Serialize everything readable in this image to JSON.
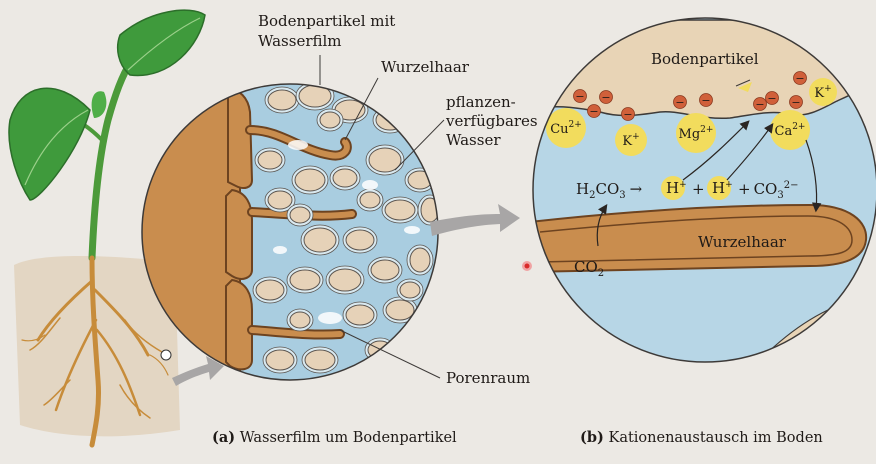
{
  "panel_a": {
    "label_bodenpartikel_line1": "Bodenpartikel mit",
    "label_bodenpartikel_line2": "Wasserfilm",
    "label_wurzelhaar": "Wurzelhaar",
    "label_wasser_line1": "pflanzen-",
    "label_wasser_line2": "verfügbares",
    "label_wasser_line3": "Wasser",
    "label_porenraum": "Porenraum",
    "caption_prefix": "(a)",
    "caption_text": " Wasserfilm um Bodenpartikel"
  },
  "panel_b": {
    "label_bodenpartikel": "Bodenpartikel",
    "label_wurzelhaar": "Wurzelhaar",
    "caption_prefix": "(b)",
    "caption_text": " Kationenaustausch im Boden",
    "equation": {
      "h2co3": "H",
      "h2co3_sub1": "2",
      "h2co3_mid": "CO",
      "h2co3_sub2": "3",
      "arrow": "→",
      "hplus1": "H",
      "plus_sign": "+",
      "hplus2": "H",
      "co3": "CO",
      "co3_sub": "3",
      "co3_sup": "2−"
    },
    "co2_main": "CO",
    "co2_sub": "2",
    "ions": [
      {
        "base": "Cu",
        "charge": "2+"
      },
      {
        "base": "K",
        "charge": "+"
      },
      {
        "base": "Mg",
        "charge": "2+"
      },
      {
        "base": "Ca",
        "charge": "2+"
      },
      {
        "base": "K",
        "charge": "+"
      }
    ],
    "negative_sign": "−"
  },
  "colors": {
    "soil_particle": "#e6d2b8",
    "root": "#c98d4e",
    "water": "#a9cde0",
    "leaf": "#3f9a3c",
    "cation": "#f2dc5d",
    "negative_charge": "#d0603a",
    "background": "#ece9e4"
  }
}
